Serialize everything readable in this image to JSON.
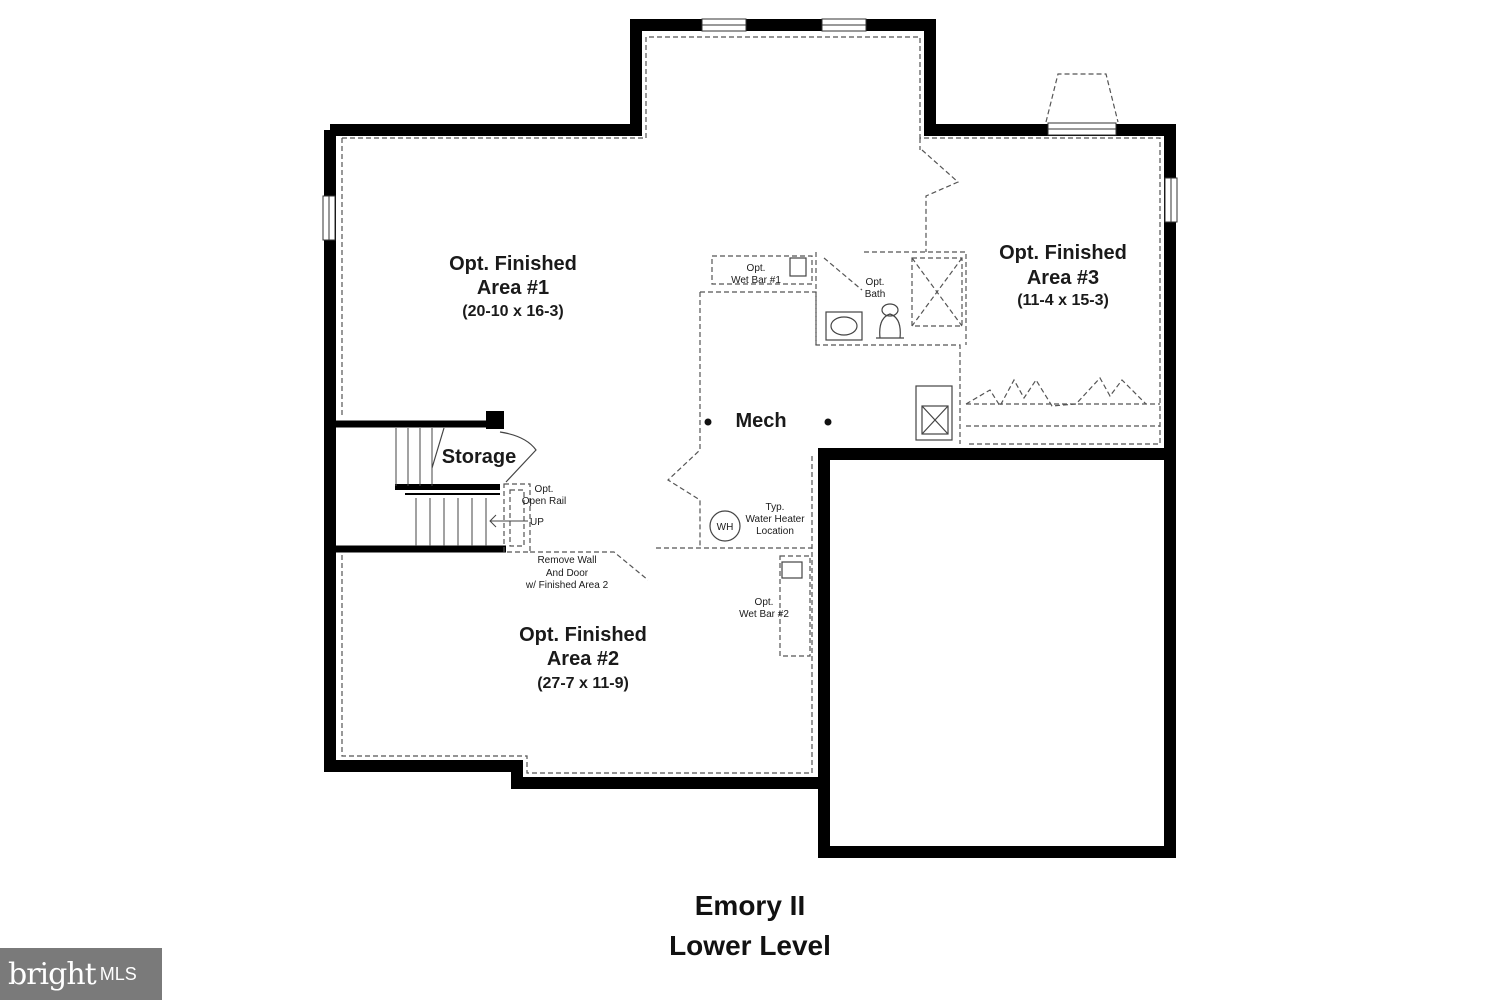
{
  "plan": {
    "rooms": {
      "area1": {
        "title_line1": "Opt. Finished",
        "title_line2": "Area #1",
        "dims": "(20-10 x 16-3)"
      },
      "area2": {
        "title_line1": "Opt. Finished",
        "title_line2": "Area #2",
        "dims": "(27-7 x 11-9)"
      },
      "area3": {
        "title_line1": "Opt. Finished",
        "title_line2": "Area #3",
        "dims": "(11-4 x 15-3)"
      },
      "mech": "Mech",
      "storage": "Storage"
    },
    "notes": {
      "wet_bar_1": {
        "line1": "Opt.",
        "line2": "Wet Bar #1"
      },
      "wet_bar_2": {
        "line1": "Opt.",
        "line2": "Wet Bar #2"
      },
      "bath": {
        "line1": "Opt.",
        "line2": "Bath"
      },
      "open_rail": {
        "line1": "Opt.",
        "line2": "Open Rail"
      },
      "up": "UP",
      "water_heater": {
        "line1": "Typ.",
        "line2": "Water Heater",
        "line3": "Location"
      },
      "wh": "WH",
      "remove_wall": {
        "line1": "Remove Wall",
        "line2": "And Door",
        "line3": "w/ Finished Area 2"
      }
    }
  },
  "caption": {
    "line1": "Emory II",
    "line2": "Lower Level"
  },
  "logo": {
    "brand": "bright",
    "suffix": "MLS"
  }
}
